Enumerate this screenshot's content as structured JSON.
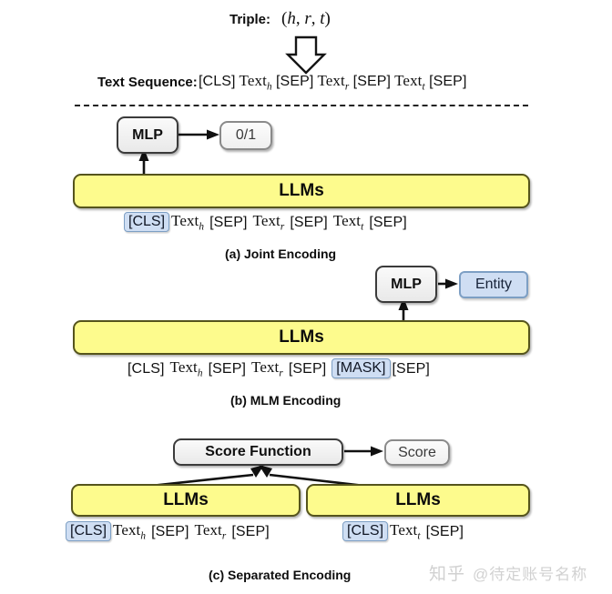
{
  "figure": {
    "title_row": {
      "label": "Triple:",
      "triple": "(h, r, t)"
    },
    "sequence_row": {
      "label": "Text Sequence:",
      "tokens": "[CLS] Text_h [SEP] Text_r [SEP] Text_t [SEP]"
    },
    "arrow_icon": "down-block-arrow-icon",
    "divider_icon": "dashed-divider"
  },
  "panels": [
    {
      "id": "a",
      "caption": "(a) Joint Encoding",
      "model_label": "LLMs",
      "head_label": "MLP",
      "output_label": "0/1",
      "output_style": "gray",
      "input_tokens": [
        {
          "text": "[CLS]",
          "highlight": true
        },
        {
          "text": "Text",
          "sub": "h",
          "highlight": false
        },
        {
          "text": "[SEP]",
          "highlight": false
        },
        {
          "text": "Text",
          "sub": "r",
          "highlight": false
        },
        {
          "text": "[SEP]",
          "highlight": false
        },
        {
          "text": "Text",
          "sub": "t",
          "highlight": false
        },
        {
          "text": "[SEP]",
          "highlight": false
        }
      ]
    },
    {
      "id": "b",
      "caption": "(b) MLM Encoding",
      "model_label": "LLMs",
      "head_label": "MLP",
      "output_label": "Entity",
      "output_style": "blue",
      "input_tokens": [
        {
          "text": "[CLS]",
          "highlight": false
        },
        {
          "text": "Text",
          "sub": "h",
          "highlight": false
        },
        {
          "text": "[SEP]",
          "highlight": false
        },
        {
          "text": "Text",
          "sub": "r",
          "highlight": false
        },
        {
          "text": "[SEP]",
          "highlight": false
        },
        {
          "text": "[MASK]",
          "highlight": true
        },
        {
          "text": "[SEP]",
          "highlight": false
        }
      ]
    },
    {
      "id": "c",
      "caption": "(c) Separated Encoding",
      "head_label": "Score Function",
      "output_label": "Score",
      "output_style": "gray",
      "encoders": [
        {
          "model_label": "LLMs",
          "input_tokens": [
            {
              "text": "[CLS]",
              "highlight": true
            },
            {
              "text": "Text",
              "sub": "h",
              "highlight": false
            },
            {
              "text": "[SEP]",
              "highlight": false
            },
            {
              "text": "Text",
              "sub": "r",
              "highlight": false
            },
            {
              "text": "[SEP]",
              "highlight": false
            }
          ]
        },
        {
          "model_label": "LLMs",
          "input_tokens": [
            {
              "text": "[CLS]",
              "highlight": true
            },
            {
              "text": "Text",
              "sub": "t",
              "highlight": false
            },
            {
              "text": "[SEP]",
              "highlight": false
            }
          ]
        }
      ]
    }
  ],
  "watermark": {
    "logo": "知乎",
    "handle": "@待定账号名称"
  },
  "colors": {
    "llm_fill": "#fdfb8d",
    "llm_border": "#55541c",
    "highlight_fill": "#cfdef3",
    "highlight_border": "#7d9fc4",
    "gray_border": "#3b3b3b"
  }
}
